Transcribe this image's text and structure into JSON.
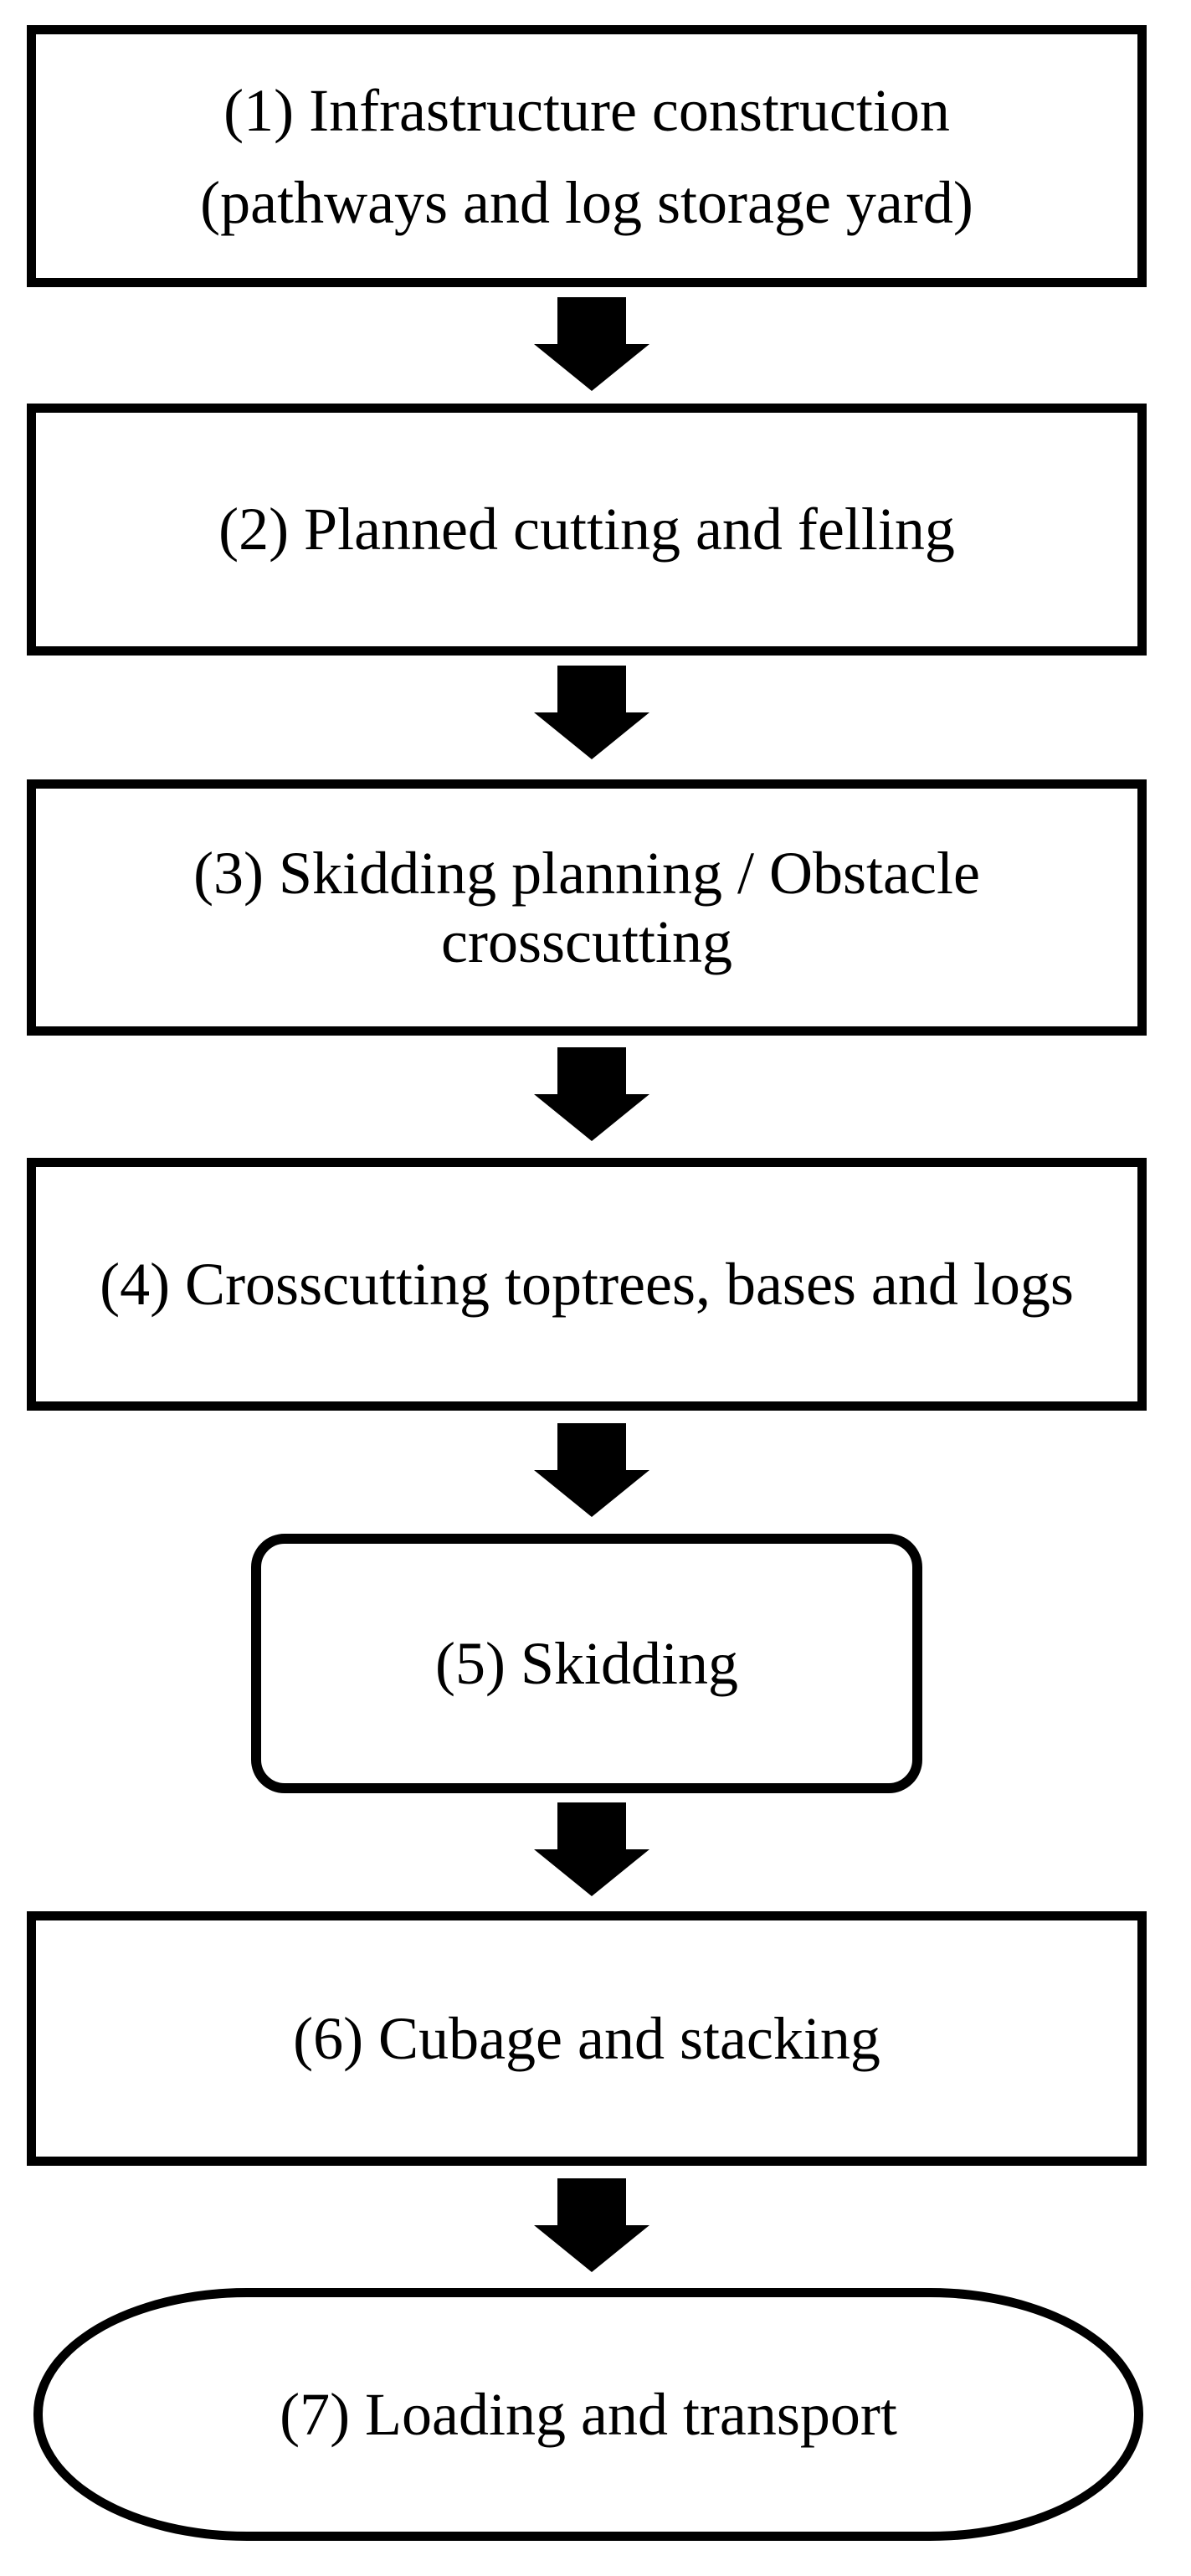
{
  "figure": {
    "type": "flowchart",
    "orientation": "vertical",
    "colors": {
      "foreground": "#000000",
      "background": "#ffffff"
    }
  },
  "steps": [
    {
      "id": 1,
      "shape": "rectangle",
      "lines": [
        "(1) Infrastructure construction",
        "(pathways and log storage yard)"
      ]
    },
    {
      "id": 2,
      "shape": "rectangle",
      "lines": [
        "(2) Planned cutting and felling"
      ]
    },
    {
      "id": 3,
      "shape": "rectangle",
      "lines": [
        "(3) Skidding planning / Obstacle",
        "crosscutting"
      ]
    },
    {
      "id": 4,
      "shape": "rectangle",
      "lines": [
        "(4) Crosscutting toptrees, bases and logs"
      ]
    },
    {
      "id": 5,
      "shape": "rounded-rectangle",
      "lines": [
        "(5) Skidding"
      ]
    },
    {
      "id": 6,
      "shape": "rectangle",
      "lines": [
        "(6) Cubage and stacking"
      ]
    },
    {
      "id": 7,
      "shape": "stadium",
      "lines": [
        "(7) Loading and transport"
      ]
    }
  ],
  "connectors": [
    {
      "from": 1,
      "to": 2,
      "glyph": "solid-down-arrow"
    },
    {
      "from": 2,
      "to": 3,
      "glyph": "solid-down-arrow"
    },
    {
      "from": 3,
      "to": 4,
      "glyph": "solid-down-arrow"
    },
    {
      "from": 4,
      "to": 5,
      "glyph": "solid-down-arrow"
    },
    {
      "from": 5,
      "to": 6,
      "glyph": "solid-down-arrow"
    },
    {
      "from": 6,
      "to": 7,
      "glyph": "solid-down-arrow"
    }
  ]
}
